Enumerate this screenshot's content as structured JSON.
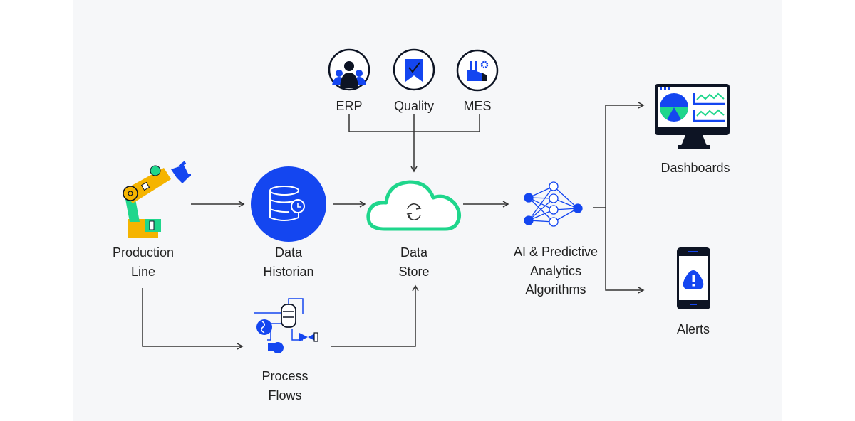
{
  "nodes": {
    "production_line": {
      "lines": [
        "Production",
        "Line"
      ],
      "icon": "robot-arm-icon"
    },
    "data_historian": {
      "lines": [
        "Data",
        "Historian"
      ],
      "icon": "database-clock-icon"
    },
    "data_store": {
      "lines": [
        "Data",
        "Store"
      ],
      "icon": "cloud-sync-icon"
    },
    "ai": {
      "lines": [
        "AI & Predictive",
        "Analytics",
        "Algorithms"
      ],
      "icon": "neural-network-icon"
    },
    "dashboards": {
      "label": "Dashboards",
      "icon": "monitor-dashboard-icon"
    },
    "alerts": {
      "label": "Alerts",
      "icon": "phone-alert-icon"
    },
    "process_flows": {
      "lines": [
        "Process",
        "Flows"
      ],
      "icon": "process-flow-icon"
    },
    "erp": {
      "label": "ERP",
      "icon": "people-icon"
    },
    "quality": {
      "label": "Quality",
      "icon": "ribbon-check-icon"
    },
    "mes": {
      "label": "MES",
      "icon": "factory-gear-icon"
    }
  },
  "colors": {
    "blue": "#1446f0",
    "green": "#1fd68c",
    "yellow": "#f5b400",
    "dark": "#0d1424",
    "text": "#222222"
  }
}
